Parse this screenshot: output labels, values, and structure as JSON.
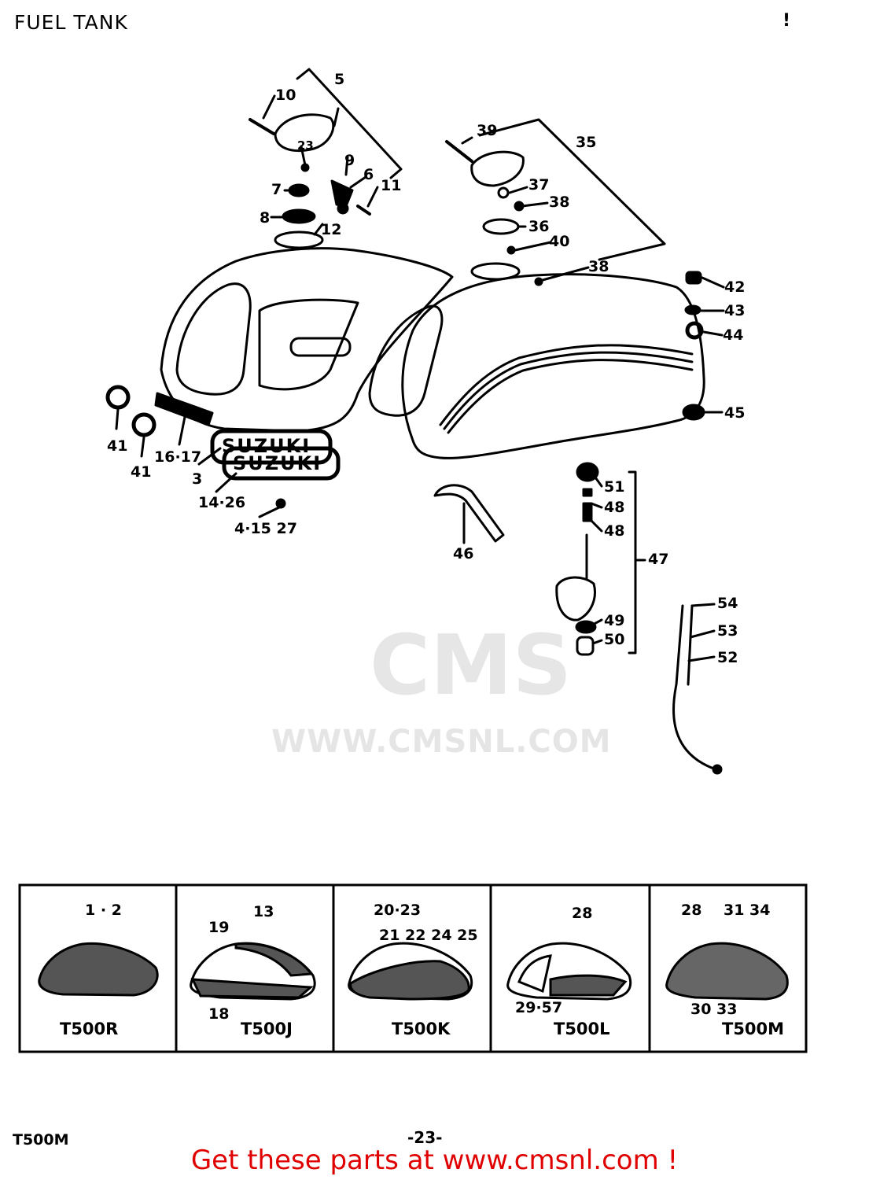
{
  "header": {
    "title": "FUEL TANK",
    "corner_mark": "!"
  },
  "watermark": {
    "logo_text": "CMS",
    "url": "WWW.CMSNL.COM"
  },
  "callouts": {
    "c1": "1 · 2",
    "c3": "3",
    "c4": "4·15 27",
    "c5": "5",
    "c6": "6",
    "c7": "7",
    "c8": "8",
    "c9": "9",
    "c10": "10",
    "c11": "11",
    "c12": "12",
    "c13": "13",
    "c14": "14·26",
    "c16": "16·17",
    "c18": "18",
    "c19": "19",
    "c20": "20·23",
    "c21": "21 22 24 25",
    "c23b": "23",
    "c28a": "28",
    "c28b": "28",
    "c29": "29·57",
    "c30": "30 33",
    "c31": "31 34",
    "c35": "35",
    "c36": "36",
    "c37": "37",
    "c38a": "38",
    "c38b": "38",
    "c39": "39",
    "c40": "40",
    "c41a": "41",
    "c41b": "41",
    "c42": "42",
    "c43": "43",
    "c44": "44",
    "c45": "45",
    "c46": "46",
    "c47": "47",
    "c48a": "48",
    "c48b": "48",
    "c49": "49",
    "c50": "50",
    "c51": "51",
    "c52": "52",
    "c53": "53",
    "c54": "54"
  },
  "variants": [
    {
      "model": "T500R"
    },
    {
      "model": "T500J"
    },
    {
      "model": "T500K"
    },
    {
      "model": "T500L"
    },
    {
      "model": "T500M"
    }
  ],
  "emblem_text": "SUZUKI",
  "footer": {
    "model": "T500M",
    "page": "-23-",
    "cta": "Get these parts at www.cmsnl.com !"
  },
  "colors": {
    "cta": "#e00000",
    "ink": "#000000",
    "watermark": "#e6e6e6"
  }
}
